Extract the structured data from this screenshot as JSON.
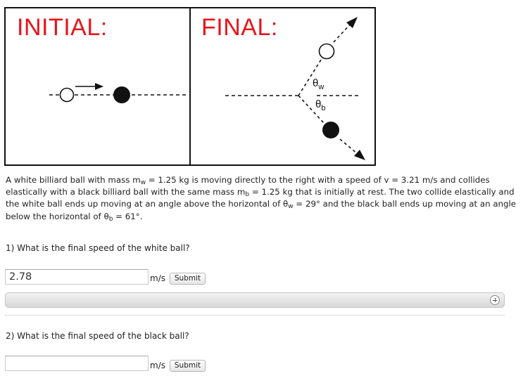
{
  "diagram": {
    "initial_title": "INITIAL:",
    "final_title": "FINAL:",
    "angle_white_symbol": "θ",
    "angle_white_sub": "w",
    "angle_black_symbol": "θ",
    "angle_black_sub": "b",
    "title_color": "#e8141b"
  },
  "problem": {
    "p1": "A white billiard ball with mass m",
    "p1_sub": "w",
    "p2": " = 1.25 kg is moving directly to the right with a speed of v = 3.21 m/s and collides elastically with a black billiard ball with the same mass m",
    "p2_sub": "b",
    "p3": " = 1.25 kg that is initially at rest. The two collide elastically and the white ball ends up moving at an angle above the horizontal of θ",
    "p3_sub": "w",
    "p4": " = 29° and the black ball ends up moving at an angle below the horizontal of θ",
    "p4_sub": "b",
    "p5": " = 61°."
  },
  "questions": [
    {
      "text": "1) What is the final speed of the white ball?",
      "value": "2.78",
      "unit": "m/s",
      "submit_label": "Submit"
    },
    {
      "text": "2) What is the final speed of the black ball?",
      "value": "",
      "unit": "m/s",
      "submit_label": "Submit"
    }
  ],
  "icons": {
    "feedback_toggle": "plus-circle-icon"
  }
}
